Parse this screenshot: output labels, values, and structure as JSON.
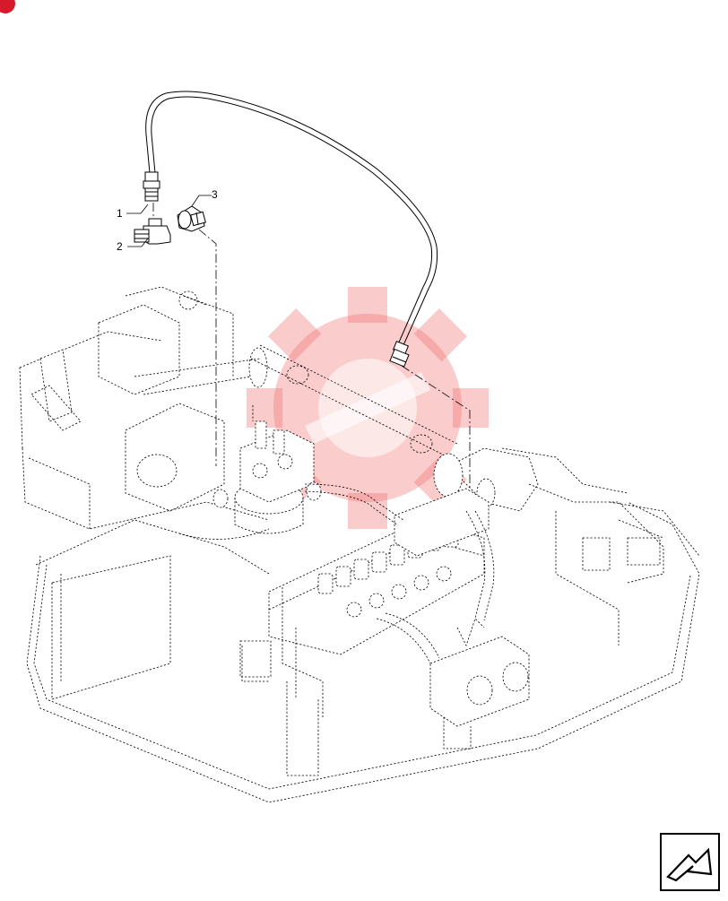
{
  "diagram": {
    "callouts": [
      {
        "id": 1,
        "label": "1"
      },
      {
        "id": 2,
        "label": "2"
      },
      {
        "id": 3,
        "label": "3"
      }
    ],
    "icons": {
      "corner_badge": "red-circle-badge-icon",
      "navigation": "next-page-arrow-icon",
      "watermark": "gear-logo-watermark-icon"
    },
    "colors": {
      "line": "#000000",
      "background": "#ffffff",
      "badge": "#d61a2b",
      "watermark": "#f26d6d"
    }
  }
}
